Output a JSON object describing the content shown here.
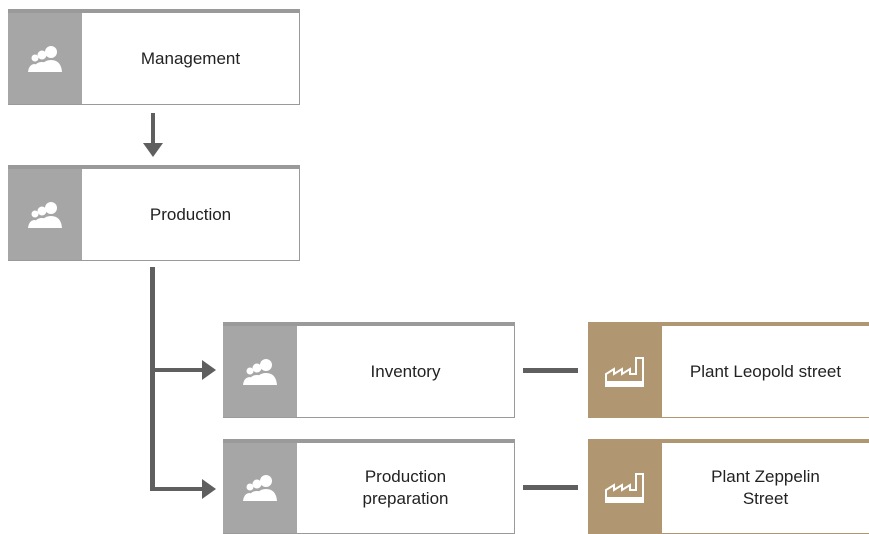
{
  "org_units": [
    {
      "name": "Management",
      "icon": "group-people-icon"
    },
    {
      "name": "Production",
      "icon": "group-people-icon"
    },
    {
      "name": "Inventory",
      "icon": "group-people-icon"
    },
    {
      "name": "Production\npreparation",
      "icon": "group-people-icon"
    }
  ],
  "sites": [
    {
      "name": "Plant Leopold street",
      "icon": "factory-icon"
    },
    {
      "name": "Plant Zeppelin\nStreet",
      "icon": "factory-icon"
    }
  ],
  "colors": {
    "org_unit": "#a6a6a6",
    "site": "#b09671",
    "connector": "#5f5f5f"
  }
}
